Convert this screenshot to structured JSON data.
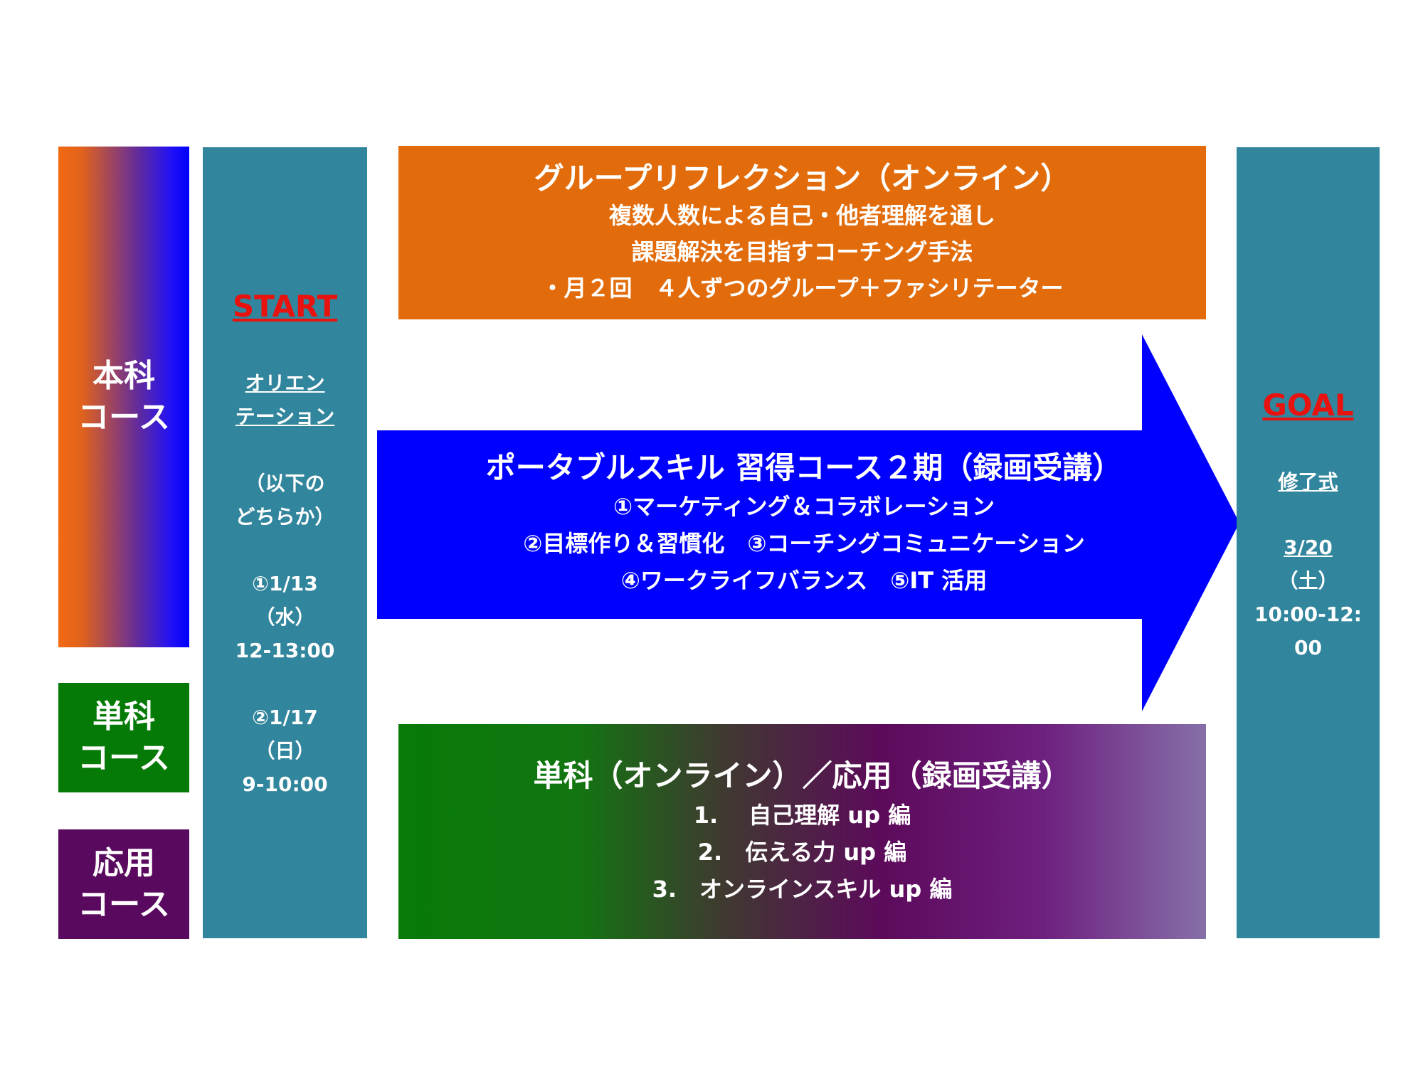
{
  "categories": {
    "main": [
      "本科",
      "コース"
    ],
    "single": [
      "単科",
      "コース"
    ],
    "applied": [
      "応用",
      "コース"
    ]
  },
  "start": {
    "title": "START",
    "lines1": [
      "オリエン",
      "テーション"
    ],
    "lines2": [
      "（以下の",
      "どちらか）"
    ],
    "option1": [
      "①1/13",
      "（水）",
      "12-13:00"
    ],
    "option2": [
      "②1/17",
      "（日）",
      "9-10:00"
    ]
  },
  "goal": {
    "title": "GOAL",
    "ceremony": "修了式",
    "date": "3/20",
    "day": "（土）",
    "time": [
      "10:00-12:",
      "00"
    ]
  },
  "reflection": {
    "title": "グループリフレクション（オンライン）",
    "lines": [
      "複数人数による自己・他者理解を通し",
      "課題解決を目指すコーチング手法",
      "・月２回　４人ずつのグループ＋ファシリテーター"
    ]
  },
  "portable": {
    "title": "ポータブルスキル 習得コース２期（録画受講）",
    "lines": [
      "①マーケティング＆コラボレーション",
      "②目標作り＆習慣化　③コーチングコミュニケーション",
      "④ワークライフバランス　⑤IT 活用"
    ]
  },
  "elective": {
    "title": "単科（オンライン）／応用（録画受講）",
    "lines": [
      "1.　 自己理解 up 編",
      "2.　伝える力 up 編",
      "3.　オンラインスキル up 編"
    ]
  },
  "colors": {
    "teal": "#31859c",
    "orange": "#e26c0b",
    "blue": "#0000ff",
    "green": "#067a07",
    "purple": "#5a0a5e",
    "red": "#e8130e"
  }
}
